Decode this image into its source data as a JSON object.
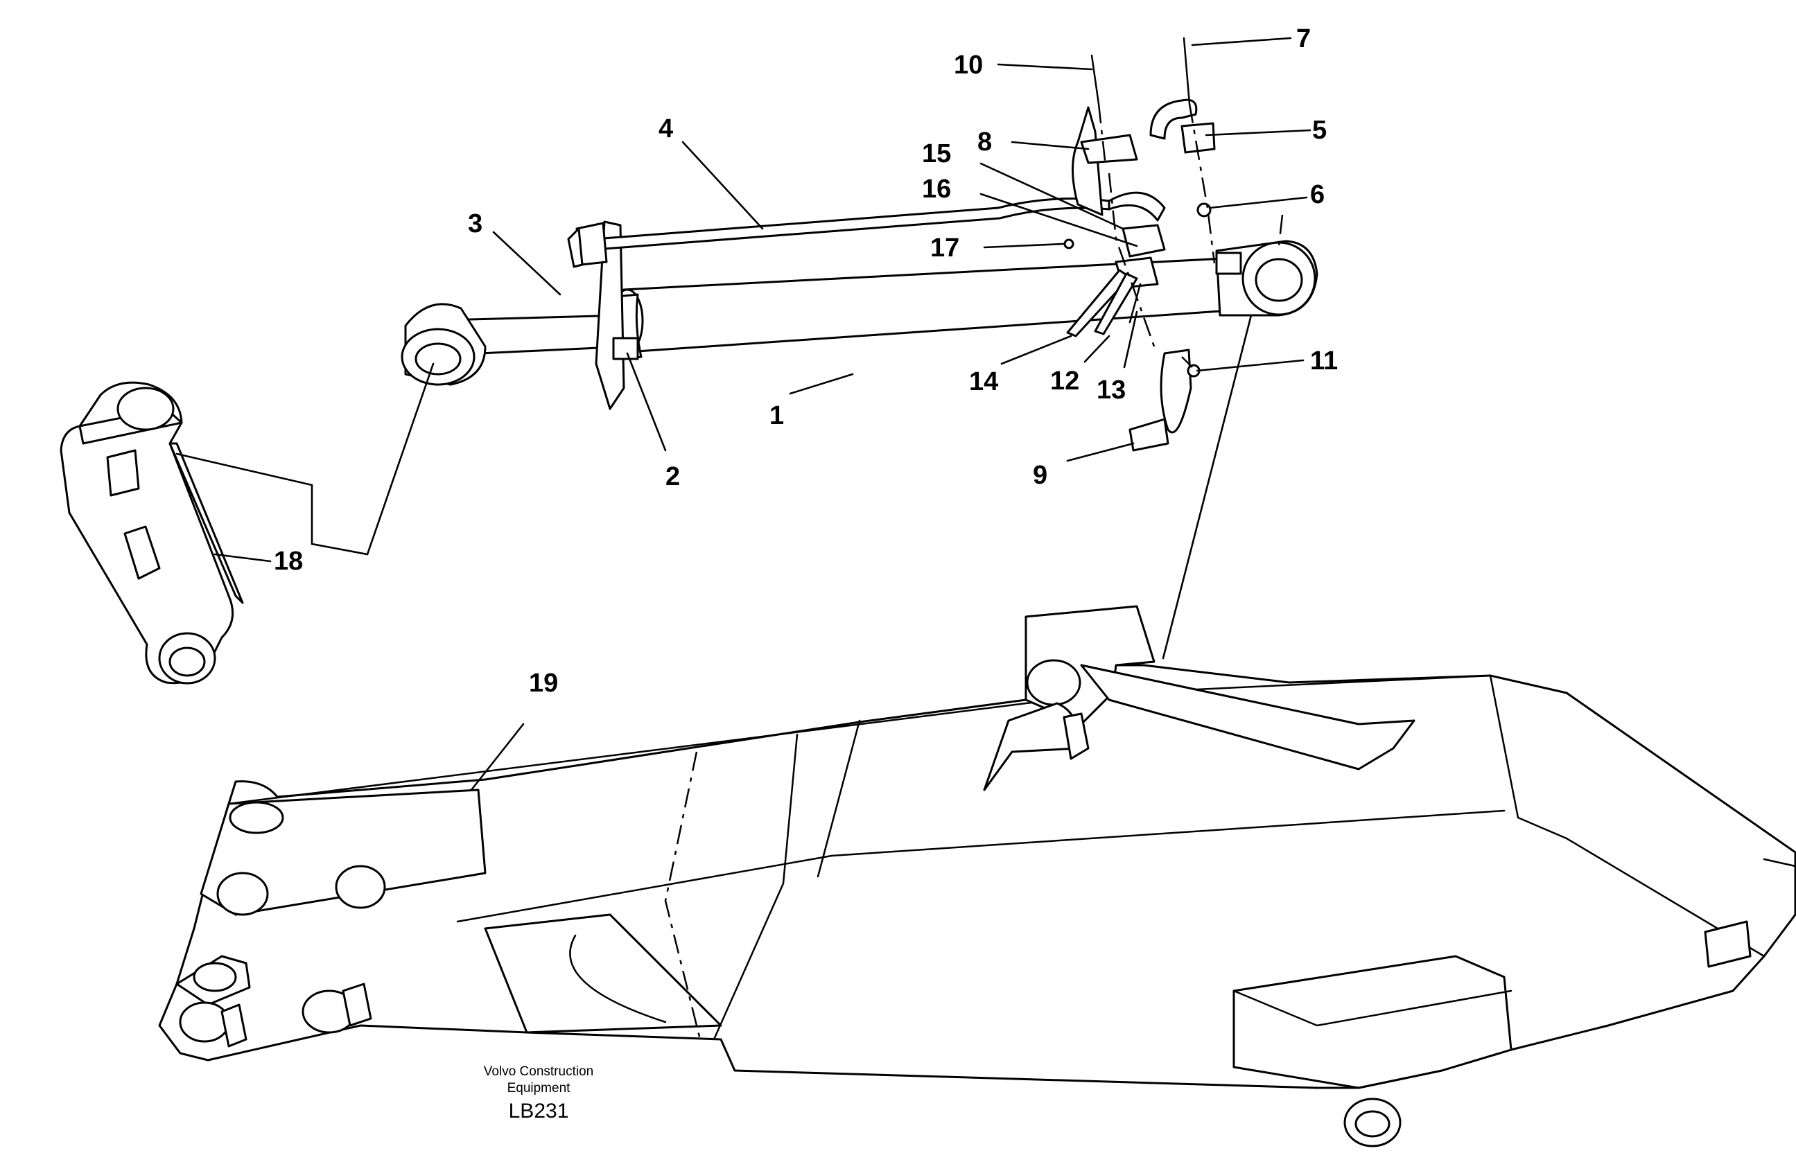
{
  "labels": {
    "p1": "1",
    "p2": "2",
    "p3": "3",
    "p4": "4",
    "p5": "5",
    "p6": "6",
    "p7": "7",
    "p8": "8",
    "p9": "9",
    "p10": "10",
    "p11": "11",
    "p12": "12",
    "p13": "13",
    "p14": "14",
    "p15": "15",
    "p16": "16",
    "p17": "17",
    "p18": "18",
    "p19": "19"
  },
  "caption": {
    "line1": "Volvo Construction",
    "line2": "Equipment",
    "code": "LB231"
  }
}
